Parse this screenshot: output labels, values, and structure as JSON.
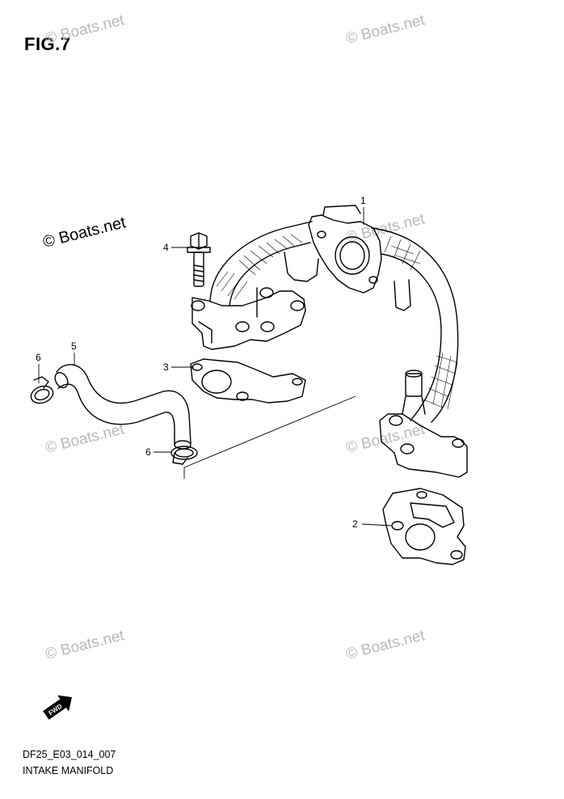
{
  "figure": {
    "title": "FIG.7",
    "code": "DF25_E03_014_007",
    "name": "INTAKE MANIFOLD"
  },
  "watermarks": {
    "text": "© Boats.net",
    "main": "© Boats.net"
  },
  "callouts": [
    {
      "label": "1"
    },
    {
      "label": "2"
    },
    {
      "label": "3"
    },
    {
      "label": "4"
    },
    {
      "label": "5"
    },
    {
      "label": "6"
    },
    {
      "label": "6"
    }
  ],
  "fwd_icon": {
    "label": "FWD"
  }
}
